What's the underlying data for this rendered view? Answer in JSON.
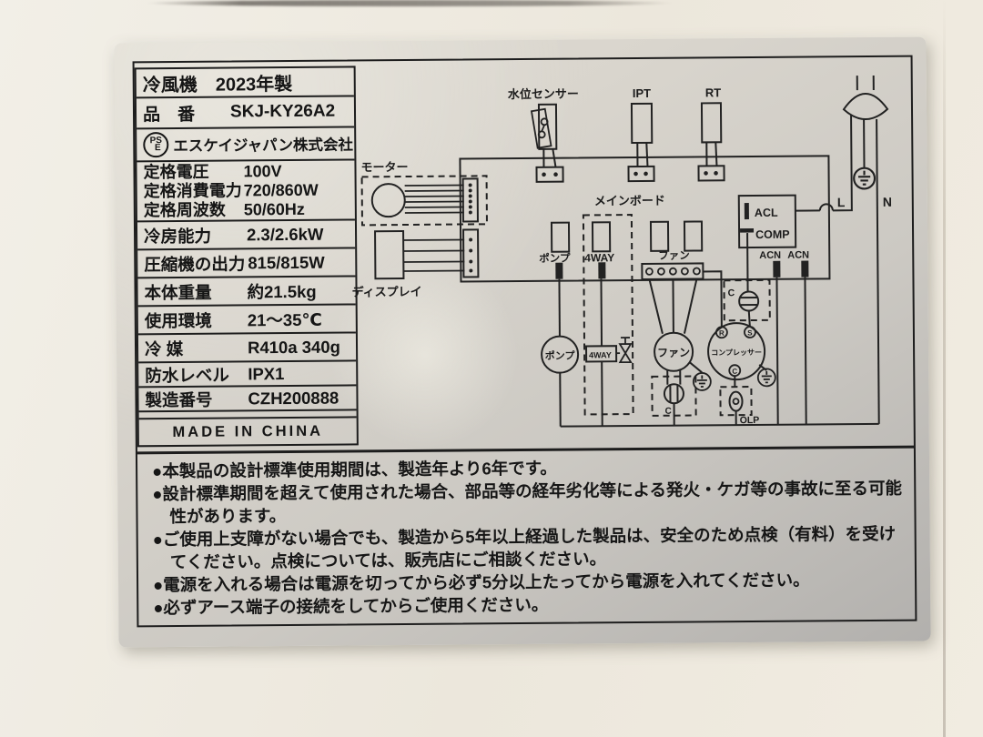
{
  "plate": {
    "title": {
      "product": "冷風機",
      "year": "2023年製"
    },
    "model": {
      "label": "品　番",
      "value": "SKJ-KY26A2"
    },
    "maker": {
      "pse_ps": "PS",
      "pse_e": "E",
      "name": "エスケイジャパン株式会社"
    },
    "ratings": [
      {
        "label": "定格電圧",
        "value": "100V"
      },
      {
        "label": "定格消費電力",
        "value": "720/860W"
      },
      {
        "label": "定格周波数",
        "value": "50/60Hz"
      }
    ],
    "specs": [
      {
        "label": "冷房能力",
        "value": "2.3/2.6kW"
      },
      {
        "label": "圧縮機の出力",
        "value": "815/815W"
      },
      {
        "label": "本体重量",
        "value": "約21.5kg"
      },
      {
        "label": "使用環境",
        "value": "21～35℃"
      },
      {
        "label": "冷 媒",
        "value": "R410a 340g"
      },
      {
        "label": "防水レベル",
        "value": "IPX1"
      },
      {
        "label": "製造番号",
        "value": "CZH200888"
      }
    ],
    "made_in": "MADE IN CHINA"
  },
  "diagram": {
    "water_level_sensor": "水位センサー",
    "ipt": "IPT",
    "rt": "RT",
    "motor": "モーター",
    "display": "ディスプレイ",
    "main_board": "メインボード",
    "pump_port": "ポンプ",
    "four_way_port": "4WAY",
    "fan_port": "ファン",
    "acl": "ACL",
    "comp": "COMP",
    "acn_left": "ACN",
    "acn_right": "ACN",
    "live": "L",
    "neutral": "N",
    "pump": "ポンプ",
    "four_way_valve": "4WAY",
    "fan": "ファン",
    "compressor": "コンプレッサー",
    "fan_capacitor": "C",
    "comp_capacitor": "C",
    "terminal_r": "R",
    "terminal_s": "S",
    "terminal_c": "C",
    "olp": "OLP"
  },
  "notices": [
    "●本製品の設計標準使用期間は、製造年より6年です。",
    "●設計標準期間を超えて使用された場合、部品等の経年劣化等による発火・ケガ等の事故に至る可能性があります。",
    "●ご使用上支障がない場合でも、製造から5年以上経過した製品は、安全のため点検（有料）を受けてください。点検については、販売店にご相談ください。",
    "●電源を入れる場合は電源を切ってから必ず5分以上たってから電源を入れてください。",
    "●必ずアース端子の接続をしてからご使用ください。"
  ],
  "colors": {
    "ink": "#1d1d1d",
    "plate": "#d6d2ca",
    "background": "#efebe1"
  }
}
